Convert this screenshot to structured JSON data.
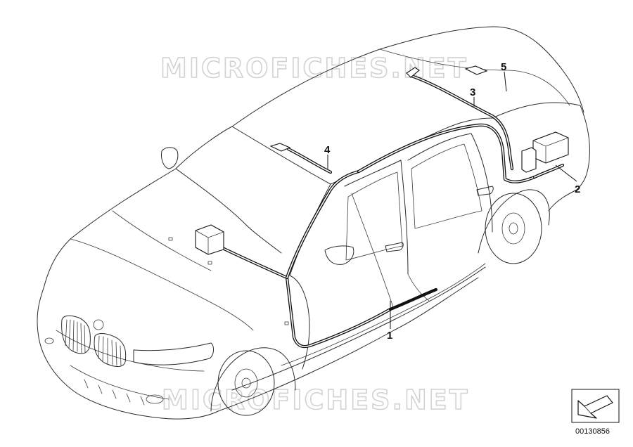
{
  "watermark": {
    "text_top": "MICROFICHES.NET",
    "text_bottom": "MICROFICHES.NET"
  },
  "callouts": [
    {
      "label": "1"
    },
    {
      "label": "2"
    },
    {
      "label": "3"
    },
    {
      "label": "4"
    },
    {
      "label": "5"
    }
  ],
  "document": {
    "number": "00130856",
    "icon": "direction-arrow-icon"
  }
}
